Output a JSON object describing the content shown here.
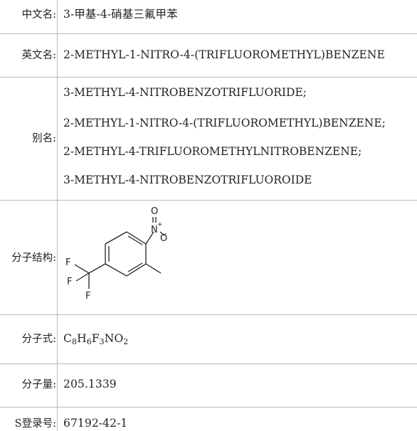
{
  "labels": {
    "chinese_name": "中文名:",
    "english_name": "英文名:",
    "aliases": "别名:",
    "structure": "分子结构:",
    "formula": "分子式:",
    "weight": "分子量:",
    "cas": "S登录号:"
  },
  "values": {
    "chinese_name": "3-甲基-4-硝基三氟甲苯",
    "english_name": "2-METHYL-1-NITRO-4-(TRIFLUOROMETHYL)BENZENE",
    "aliases": [
      "3-METHYL-4-NITROBENZOTRIFLUORIDE;",
      "2-METHYL-1-NITRO-4-(TRIFLUOROMETHYL)BENZENE;",
      "2-METHYL-4-TRIFLUOROMETHYLNITROBENZENE;",
      "3-METHYL-4-NITROBENZOTRIFLUOROIDE"
    ],
    "formula": {
      "c": "C",
      "c_count": "8",
      "h": "H",
      "h_count": "6",
      "f": "F",
      "f_count": "3",
      "no": "NO",
      "o_count": "2"
    },
    "weight": "205.1339",
    "cas": "67192-42-1"
  },
  "structure_atoms": {
    "o_top": "O",
    "n": "N",
    "n_charge": "+",
    "o_right": "O",
    "o_charge": "-",
    "f1": "F",
    "f2": "F",
    "f3": "F"
  }
}
